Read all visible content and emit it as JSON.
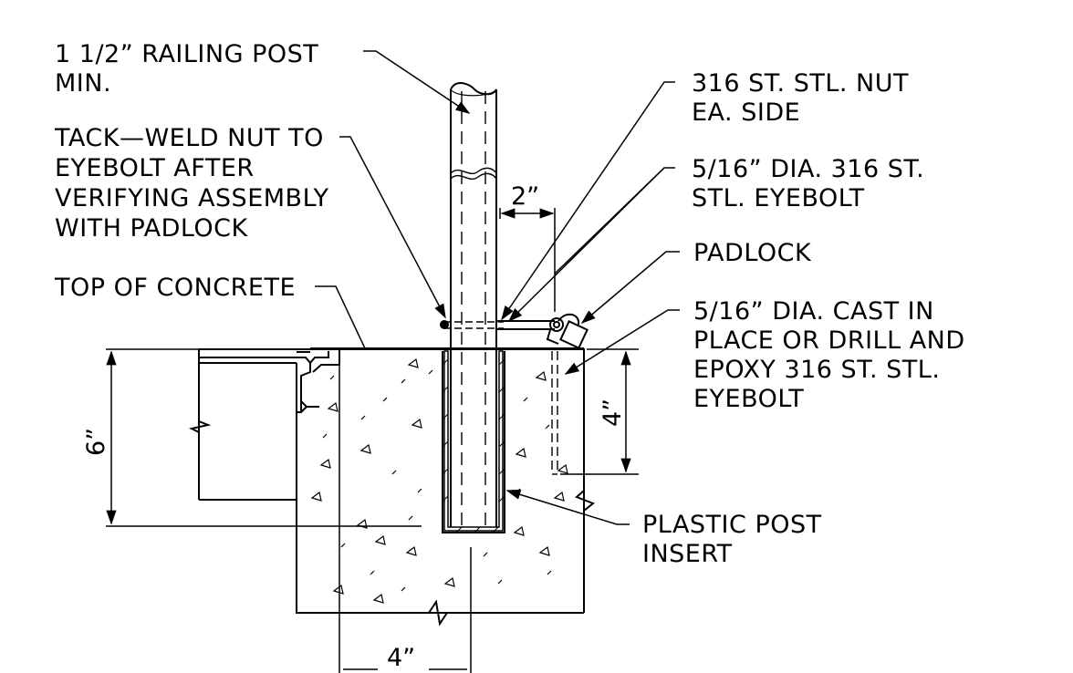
{
  "colors": {
    "ink": "#000000",
    "background": "#ffffff"
  },
  "callouts": {
    "railing_post": [
      "1 1/2” RAILING POST",
      "MIN."
    ],
    "tack_weld": [
      "TACK—WELD NUT TO",
      "EYEBOLT AFTER",
      "VERIFYING ASSEMBLY",
      "WITH PADLOCK"
    ],
    "top_of_concrete": [
      "TOP OF CONCRETE"
    ],
    "nut": [
      "316 ST. STL. NUT",
      "EA. SIDE"
    ],
    "eyebolt": [
      "5/16” DIA. 316 ST.",
      "STL. EYEBOLT"
    ],
    "padlock": [
      "PADLOCK"
    ],
    "cast_in": [
      "5/16” DIA. CAST IN",
      "PLACE OR DRILL AND",
      "EPOXY 316 ST. STL.",
      "EYEBOLT"
    ],
    "plastic_insert": [
      "PLASTIC POST",
      "INSERT"
    ]
  },
  "dimensions": {
    "offset": "2”",
    "embed_depth": "4”",
    "slab_depth": "6”",
    "width": "4”"
  }
}
